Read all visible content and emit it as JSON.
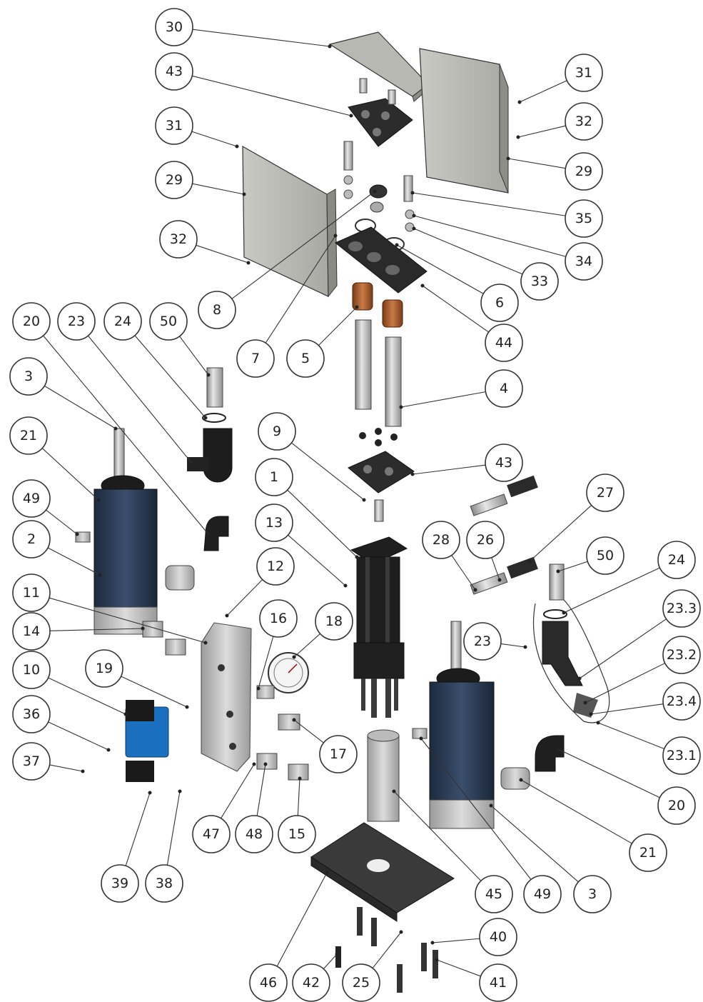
{
  "figure": {
    "type": "exploded-assembly-drawing",
    "balloons": [
      {
        "id": "b-30",
        "label": "30",
        "target": "top cover plate"
      },
      {
        "id": "b-43a",
        "label": "43",
        "target": "upper clamp block"
      },
      {
        "id": "b-31a",
        "label": "31",
        "target": "screw left guard"
      },
      {
        "id": "b-29a",
        "label": "29",
        "target": "left guard panel"
      },
      {
        "id": "b-32a",
        "label": "32",
        "target": "screw left guard lower"
      },
      {
        "id": "b-8",
        "label": "8",
        "target": "nut"
      },
      {
        "id": "b-7",
        "label": "7",
        "target": "washer"
      },
      {
        "id": "b-5",
        "label": "5",
        "target": "bushing"
      },
      {
        "id": "b-44",
        "label": "44",
        "target": "guide block"
      },
      {
        "id": "b-6",
        "label": "6",
        "target": "o-ring"
      },
      {
        "id": "b-33",
        "label": "33",
        "target": "washer"
      },
      {
        "id": "b-34",
        "label": "34",
        "target": "washer"
      },
      {
        "id": "b-35",
        "label": "35",
        "target": "bolt"
      },
      {
        "id": "b-29b",
        "label": "29",
        "target": "right guard panel"
      },
      {
        "id": "b-32b",
        "label": "32",
        "target": "screw right guard"
      },
      {
        "id": "b-31b",
        "label": "31",
        "target": "screw right guard upper"
      },
      {
        "id": "b-20a",
        "label": "20",
        "target": "elbow fitting"
      },
      {
        "id": "b-23a",
        "label": "23",
        "target": "filter body"
      },
      {
        "id": "b-24a",
        "label": "24",
        "target": "seal ring"
      },
      {
        "id": "b-50a",
        "label": "50",
        "target": "hose barb"
      },
      {
        "id": "b-3a",
        "label": "3",
        "target": "cylinder left"
      },
      {
        "id": "b-21a",
        "label": "21",
        "target": "muffler"
      },
      {
        "id": "b-49a",
        "label": "49",
        "target": "fitting"
      },
      {
        "id": "b-2",
        "label": "2",
        "target": "cylinder body"
      },
      {
        "id": "b-11",
        "label": "11",
        "target": "manifold"
      },
      {
        "id": "b-14",
        "label": "14",
        "target": "fitting"
      },
      {
        "id": "b-10",
        "label": "10",
        "target": "solenoid valve"
      },
      {
        "id": "b-36",
        "label": "36",
        "target": "screws"
      },
      {
        "id": "b-37",
        "label": "37",
        "target": "screws"
      },
      {
        "id": "b-39",
        "label": "39",
        "target": "screws"
      },
      {
        "id": "b-38",
        "label": "38",
        "target": "nut"
      },
      {
        "id": "b-19",
        "label": "19",
        "target": "fitting"
      },
      {
        "id": "b-12",
        "label": "12",
        "target": "plug"
      },
      {
        "id": "b-16",
        "label": "16",
        "target": "fitting"
      },
      {
        "id": "b-18",
        "label": "18",
        "target": "pressure gauge"
      },
      {
        "id": "b-17",
        "label": "17",
        "target": "elbow"
      },
      {
        "id": "b-47",
        "label": "47",
        "target": "o-ring"
      },
      {
        "id": "b-48",
        "label": "48",
        "target": "adapter"
      },
      {
        "id": "b-15",
        "label": "15",
        "target": "fitting"
      },
      {
        "id": "b-4",
        "label": "4",
        "target": "guide rod"
      },
      {
        "id": "b-9",
        "label": "9",
        "target": "screw"
      },
      {
        "id": "b-43b",
        "label": "43",
        "target": "lower clamp block"
      },
      {
        "id": "b-1",
        "label": "1",
        "target": "main cylinder"
      },
      {
        "id": "b-13",
        "label": "13",
        "target": "washer"
      },
      {
        "id": "b-27",
        "label": "27",
        "target": "connector"
      },
      {
        "id": "b-28",
        "label": "28",
        "target": "sensor"
      },
      {
        "id": "b-26",
        "label": "26",
        "target": "sensor"
      },
      {
        "id": "b-50b",
        "label": "50",
        "target": "hose barb right"
      },
      {
        "id": "b-24b",
        "label": "24",
        "target": "seal ring right"
      },
      {
        "id": "b-23b",
        "label": "23",
        "target": "filter right"
      },
      {
        "id": "b-23-3",
        "label": "23.3",
        "target": "filter element"
      },
      {
        "id": "b-23-2",
        "label": "23.2",
        "target": "spring"
      },
      {
        "id": "b-23-4",
        "label": "23.4",
        "target": "seal"
      },
      {
        "id": "b-23-1",
        "label": "23.1",
        "target": "cap"
      },
      {
        "id": "b-20b",
        "label": "20",
        "target": "elbow right"
      },
      {
        "id": "b-21b",
        "label": "21",
        "target": "muffler right"
      },
      {
        "id": "b-3b",
        "label": "3",
        "target": "cylinder right"
      },
      {
        "id": "b-49b",
        "label": "49",
        "target": "fitting right"
      },
      {
        "id": "b-45",
        "label": "45",
        "target": "spacer tube"
      },
      {
        "id": "b-46",
        "label": "46",
        "target": "base plate"
      },
      {
        "id": "b-42",
        "label": "42",
        "target": "bolt"
      },
      {
        "id": "b-25",
        "label": "25",
        "target": "pin"
      },
      {
        "id": "b-40",
        "label": "40",
        "target": "washer"
      },
      {
        "id": "b-41",
        "label": "41",
        "target": "bolt"
      }
    ]
  }
}
